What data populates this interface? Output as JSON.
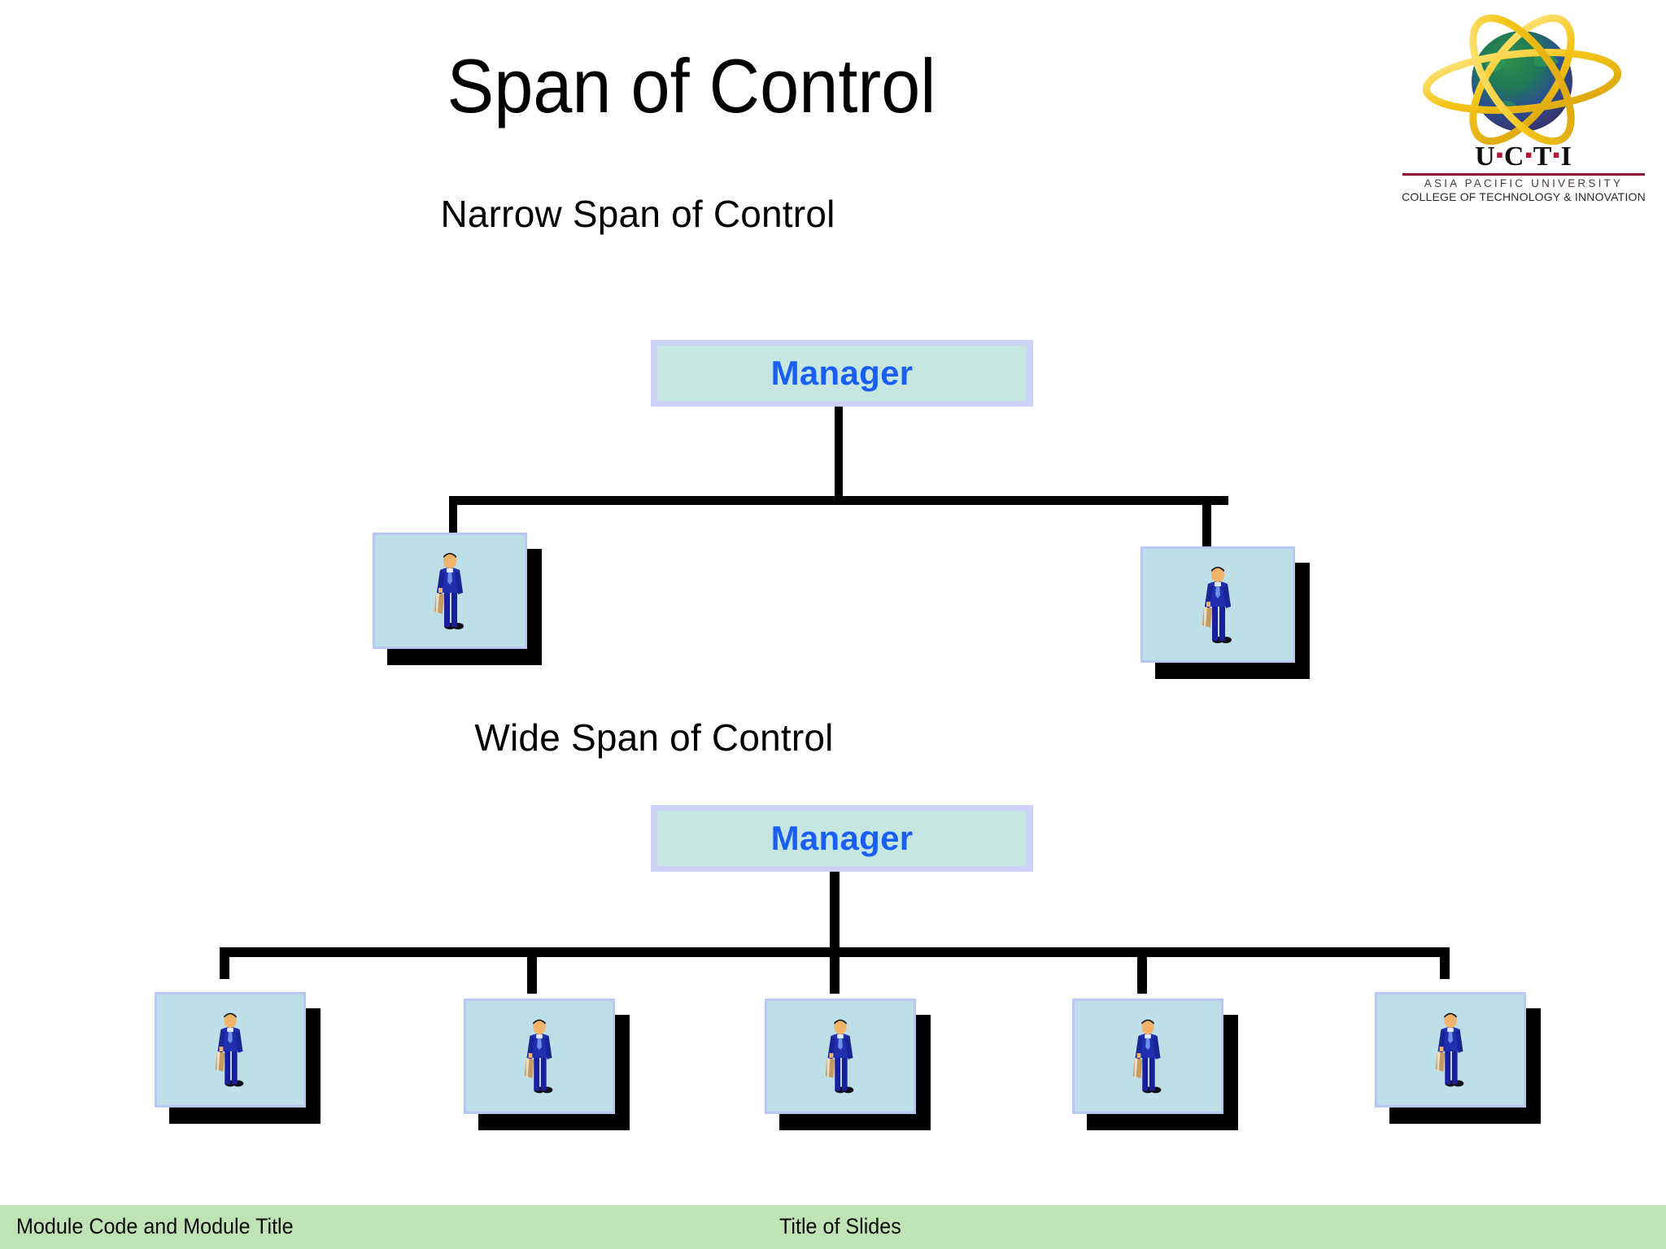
{
  "slide": {
    "title": "Span of Control",
    "background_color": "#ffffff"
  },
  "sections": [
    {
      "id": "narrow",
      "caption": "Narrow Span of Control",
      "manager_label": "Manager",
      "subordinate_count": 2,
      "subordinates": [
        {
          "icon": "businessman-icon"
        },
        {
          "icon": "businessman-icon"
        }
      ]
    },
    {
      "id": "wide",
      "caption": "Wide Span of Control",
      "manager_label": "Manager",
      "subordinate_count": 5,
      "subordinates": [
        {
          "icon": "businessman-icon"
        },
        {
          "icon": "businessman-icon"
        },
        {
          "icon": "businessman-icon"
        },
        {
          "icon": "businessman-icon"
        },
        {
          "icon": "businessman-icon"
        }
      ]
    }
  ],
  "logo": {
    "name": "ucti-logo",
    "mark": "globe-with-orbits-icon",
    "acronym_letters": [
      "U",
      "C",
      "T",
      "I"
    ],
    "separator": "▪",
    "tagline_1": "ASIA PACIFIC UNIVERSITY",
    "tagline_2": "COLLEGE OF TECHNOLOGY & INNOVATION"
  },
  "footer": {
    "left": "Module Code and Module Title",
    "center": "Title of Slides",
    "background_color": "#bfe3b5"
  },
  "colors": {
    "manager_border": "#ccd2f8",
    "manager_fill": "#c6e7e1",
    "manager_text": "#1a5ff5",
    "employee_fill": "#bddfe7",
    "employee_border": "#b9c8f2",
    "shadow": "#000000",
    "connector": "#000000",
    "logo_accent": "#8c1030",
    "logo_ring": "#f2c game"
  }
}
